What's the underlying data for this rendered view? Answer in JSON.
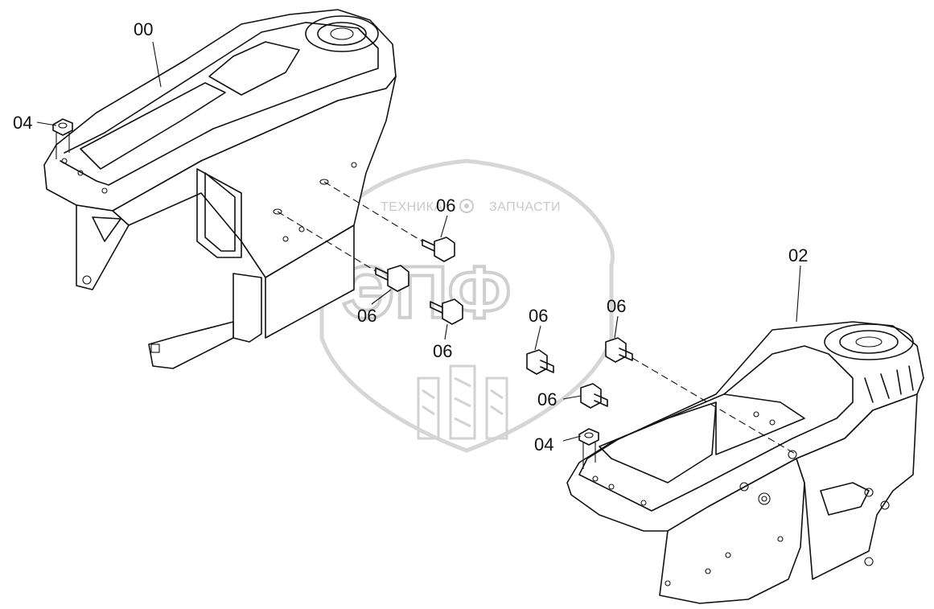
{
  "watermark": {
    "top_left": "ТЕХНИКА",
    "top_right": "ЗАПЧАСТИ",
    "logo": "ЭПФ",
    "gear_icon": "gear-icon",
    "color": "#cfcfcf"
  },
  "callouts": {
    "part_00": "00",
    "part_02": "02",
    "part_04_left": "04",
    "part_04_right": "04",
    "bolt_06_a": "06",
    "bolt_06_b": "06",
    "bolt_06_c": "06",
    "bolt_06_d": "06",
    "bolt_06_e": "06",
    "bolt_06_f": "06"
  }
}
